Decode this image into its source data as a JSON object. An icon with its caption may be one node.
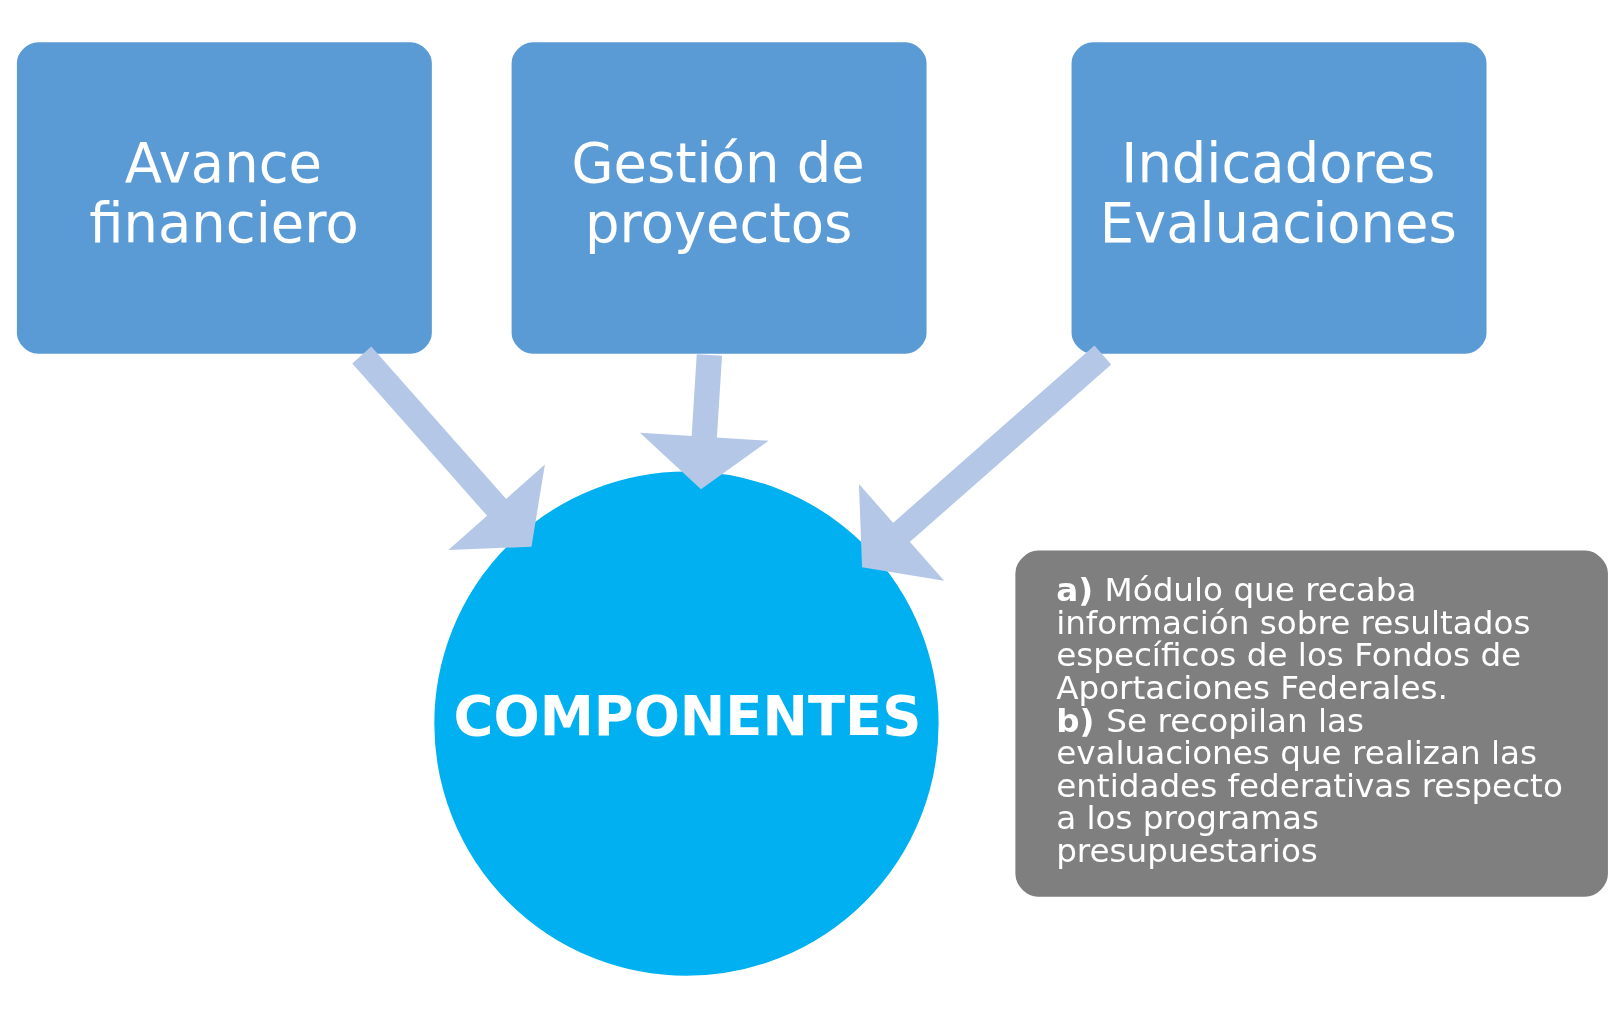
{
  "diagram": {
    "nodes": [
      {
        "text": [
          "Avance financiero"
        ]
      },
      {
        "text": [
          "Gestión de proyectos"
        ]
      },
      {
        "text": [
          "Indicadores Evaluaciones"
        ]
      },
      {
        "text": [
          "COMPONENTES"
        ]
      },
      {
        "text": [
          "**a)** Módulo que recaba información sobre resultados específicos de los Fondos de Aportaciones Federales.",
          "**b)** Se recopilan las evaluaciones que realizan las entidades federativas respecto a los programas presupuestarios"
        ]
      }
    ],
    "edges": [
      {
        "from": 0,
        "to": 3,
        "arrow": "to"
      },
      {
        "from": 1,
        "to": 3,
        "arrow": "to"
      },
      {
        "from": 2,
        "to": 3,
        "arrow": "to"
      }
    ]
  }
}
